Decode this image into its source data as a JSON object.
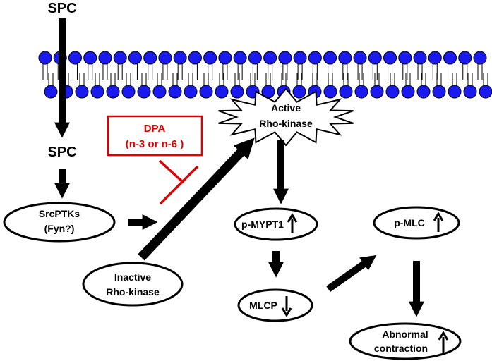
{
  "membrane": {
    "upper_heads": 30,
    "lower_heads": 29,
    "head_color": "#1a1aee"
  },
  "labels": {
    "spc_top": "SPC",
    "spc_mid": "SPC",
    "srcptks_line1": "SrcPTKs",
    "srcptks_line2": "(Fyn?)",
    "inactive_line1": "Inactive",
    "inactive_line2": "Rho-kinase",
    "active_line1": "Active",
    "active_line2": "Rho-kinase",
    "dpa_line1": "DPA",
    "dpa_line2": "(n-3 or  n-6 )",
    "pmypt1": "p-MYPT1",
    "mlcp": "MLCP",
    "pmlc": "p-MLC",
    "abnormal_line1": "Abnormal",
    "abnormal_line2": "contraction"
  },
  "colors": {
    "inhibitor": "#e00000",
    "arrows": "#000000"
  },
  "indicators": {
    "pmypt1": "up",
    "mlcp": "down",
    "pmlc": "up",
    "abnormal": "up"
  }
}
